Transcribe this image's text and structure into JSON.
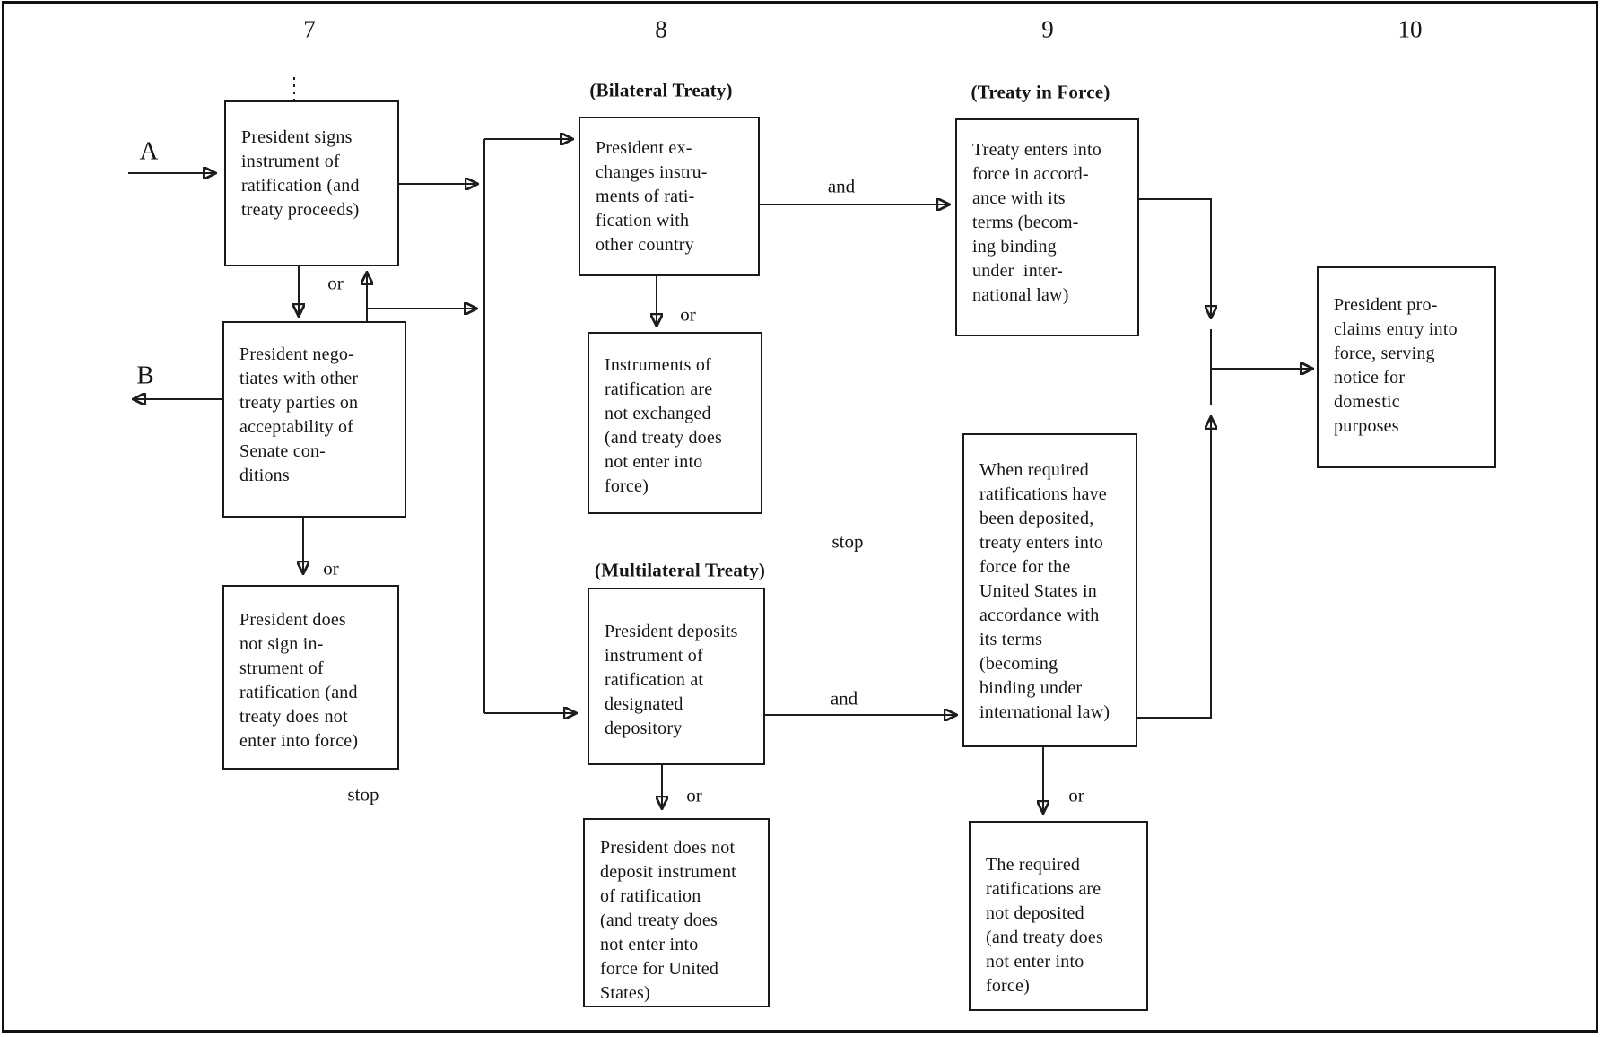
{
  "diagram": {
    "column_numbers": [
      "7",
      "8",
      "9",
      "10"
    ],
    "entry_points": {
      "a": "A",
      "b": "B"
    },
    "section_headers": {
      "bilateral": "(Bilateral Treaty)",
      "treaty_in_force": "(Treaty in Force)",
      "multilateral": "(Multilateral Treaty)"
    },
    "boxes": {
      "signs": "President signs\ninstrument of\nratification (and\ntreaty proceeds)",
      "negotiates": "President nego-\ntiates with other\ntreaty parties on\nacceptability of\nSenate con-\nditions",
      "not_signed": "President does\nnot sign in-\nstrument of\nratification (and\ntreaty does not\nenter into force)",
      "exchanges": "President ex-\nchanges instru-\nments of rati-\nfication with\nother country",
      "not_exchanged": "Instruments of\nratification are\nnot exchanged\n(and treaty does\nnot enter into\nforce)",
      "deposits": "President deposits\ninstrument of\nratification at\ndesignated\ndepository",
      "does_not_deposit": "President does not\ndeposit instrument\nof ratification\n(and treaty does\nnot enter into\nforce for United\nStates)",
      "treaty_in_force": "Treaty enters into\nforce in accord-\nance with its\nterms (becom-\ning binding\nunder  inter-\nnational law)",
      "when_required": "When required\nratifications have\nbeen deposited,\ntreaty enters into\nforce for the\nUnited States in\naccordance with\nits terms\n(becoming\nbinding under\ninternational law)",
      "required_not_deposited": "The required\nratifications are\nnot deposited\n(and treaty does\nnot enter into\nforce)",
      "proclaims": "President pro-\nclaims entry into\nforce, serving\nnotice for\ndomestic\npurposes"
    },
    "edge_labels": {
      "or": "or",
      "and": "and",
      "stop": "stop"
    },
    "colors": {
      "ink": "#1a1a1a",
      "paper": "#ffffff"
    }
  }
}
